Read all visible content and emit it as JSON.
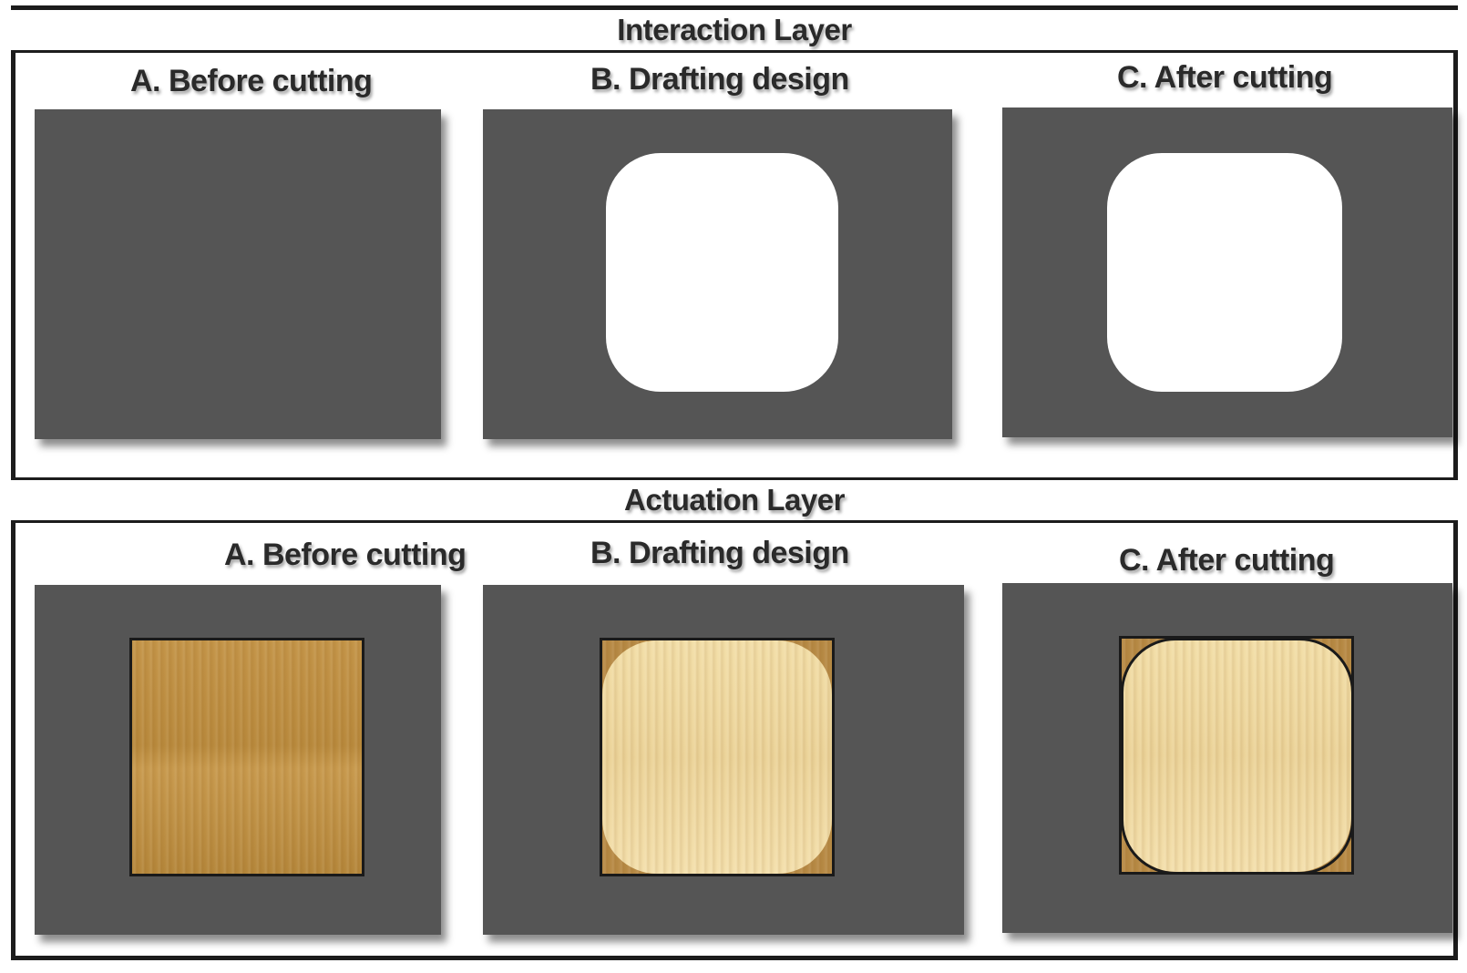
{
  "interaction_layer": {
    "title": "Interaction Layer",
    "steps": [
      {
        "label": "A. Before cutting"
      },
      {
        "label": "B. Drafting design"
      },
      {
        "label": "C. After cutting"
      }
    ]
  },
  "actuation_layer": {
    "title": "Actuation Layer",
    "steps": [
      {
        "label": "A. Before cutting"
      },
      {
        "label": "B. Drafting design"
      },
      {
        "label": "C. After cutting"
      }
    ]
  },
  "colors": {
    "panel": "#555555",
    "wood_dark": "#b98b3e",
    "wood_light": "#efd9a2",
    "cutout": "#ffffff"
  }
}
